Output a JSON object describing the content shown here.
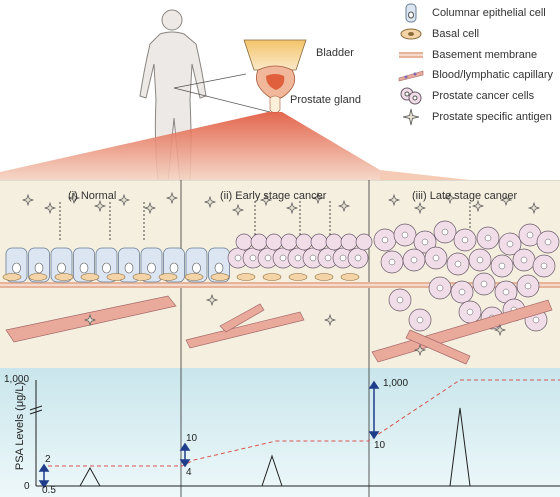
{
  "figure": {
    "organ_labels": {
      "bladder": "Bladder",
      "prostate": "Prostate gland"
    },
    "legend": [
      {
        "icon": "columnar-epithelial-cell-icon",
        "label": "Columnar epithelial cell"
      },
      {
        "icon": "basal-cell-icon",
        "label": "Basal cell"
      },
      {
        "icon": "basement-membrane-icon",
        "label": "Basement membrane"
      },
      {
        "icon": "capillary-icon",
        "label": "Blood/lymphatic capillary"
      },
      {
        "icon": "prostate-cancer-cells-icon",
        "label": "Prostate cancer cells"
      },
      {
        "icon": "psa-icon",
        "label": "Prostate specific antigen"
      }
    ],
    "stages": [
      {
        "label": "(i) Normal"
      },
      {
        "label": "(ii) Early stage cancer"
      },
      {
        "label": "(iii) Late stage cancer"
      }
    ],
    "colors": {
      "panel_bg": "#f5efdf",
      "chart_bg": "#d8eef2",
      "epithelial": "#dbe6f2",
      "cancer_cell": "#f1dde8",
      "membrane": "#e7b49a",
      "capillary": "#e9aa9b",
      "dash_line": "#d9534f",
      "arrow": "#1f3d8a"
    }
  },
  "chart_data": {
    "type": "line",
    "ylabel": "PSA Levels (μg/L)",
    "ytick_labels": [
      "0",
      "1,000"
    ],
    "stage_levels": [
      {
        "stage": "(i) Normal",
        "low": "0.5",
        "high": "2"
      },
      {
        "stage": "(ii) Early stage cancer",
        "low": "4",
        "high": "10"
      },
      {
        "stage": "(iii) Late stage cancer",
        "low": "10",
        "high": "1,000"
      }
    ]
  }
}
